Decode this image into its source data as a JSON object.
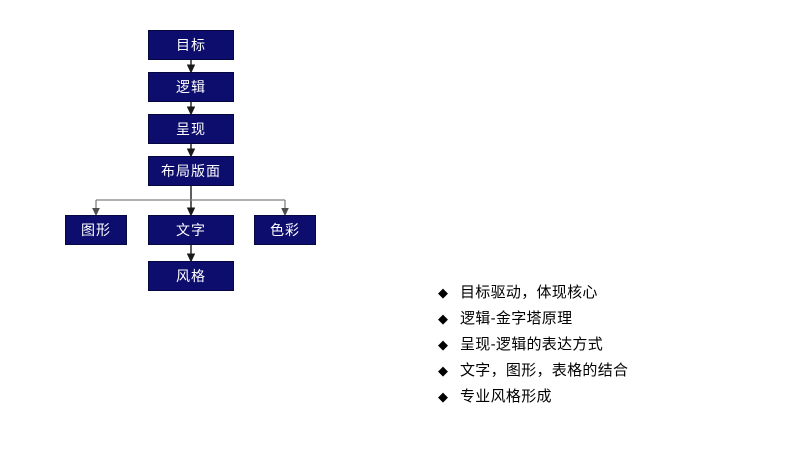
{
  "colors": {
    "node_fill": "#0d0d6e",
    "node_border": "#07073f",
    "node_text": "#ffffff",
    "connector_dark": "#1a1a1a",
    "connector_gray": "#808080",
    "background": "#ffffff",
    "bullet_text": "#000000"
  },
  "flowchart": {
    "type": "flowchart",
    "nodes": [
      {
        "id": "goal",
        "label": "目标"
      },
      {
        "id": "logic",
        "label": "逻辑"
      },
      {
        "id": "present",
        "label": "呈现"
      },
      {
        "id": "layout",
        "label": "布局版面"
      },
      {
        "id": "graphic",
        "label": "图形"
      },
      {
        "id": "text",
        "label": "文字"
      },
      {
        "id": "color",
        "label": "色彩"
      },
      {
        "id": "style",
        "label": "风格"
      }
    ],
    "edges": [
      {
        "from": "goal",
        "to": "logic",
        "style": "arrow-down"
      },
      {
        "from": "logic",
        "to": "present",
        "style": "arrow-down"
      },
      {
        "from": "present",
        "to": "layout",
        "style": "arrow-down"
      },
      {
        "from": "layout",
        "to": "graphic",
        "style": "branch-left"
      },
      {
        "from": "layout",
        "to": "text",
        "style": "arrow-down"
      },
      {
        "from": "layout",
        "to": "color",
        "style": "branch-right"
      },
      {
        "from": "text",
        "to": "style",
        "style": "arrow-down"
      }
    ]
  },
  "bullets": {
    "marker": "◆",
    "items": [
      "目标驱动，体现核心",
      "逻辑-金字塔原理",
      "呈现-逻辑的表达方式",
      "文字，图形，表格的结合",
      "专业风格形成"
    ]
  }
}
